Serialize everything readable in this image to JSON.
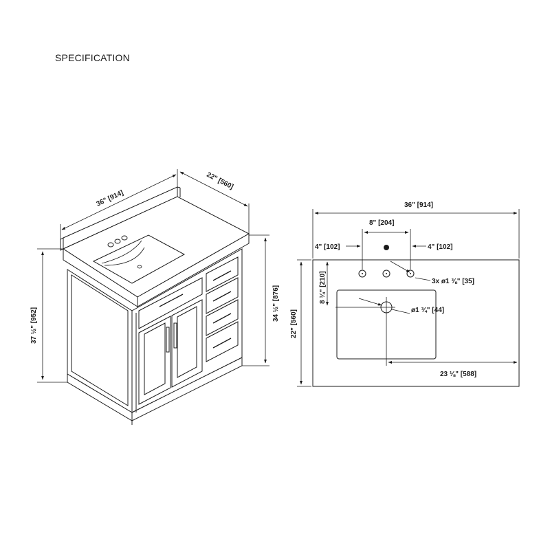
{
  "title": "SPECIFICATION",
  "iso": {
    "width": "36\" [914]",
    "depth": "22\" [560]",
    "total_height": "37 ½\" [952]",
    "cabinet_height": "34 ½\" [876]"
  },
  "plan": {
    "width": "36\" [914]",
    "depth": "22\" [560]",
    "spread": "8\" [204]",
    "left_offset": "4\" [102]",
    "right_offset": "4\" [102]",
    "sink_front": "8 ¼\" [210]",
    "faucet_holes": "3x ø1 ⅜\" [35]",
    "drain": "ø1 ¾\" [44]",
    "drain_to_right": "23 ⅛\" [588]"
  }
}
